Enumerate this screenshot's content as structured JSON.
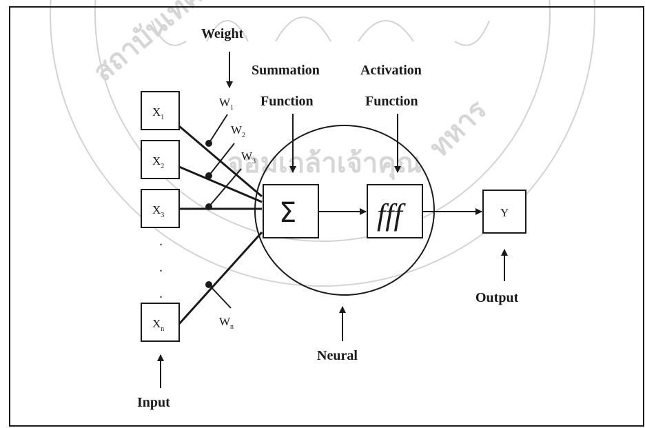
{
  "labels": {
    "weight": "Weight",
    "summation_line1": "Summation",
    "summation_line2": "Function",
    "activation_line1": "Activation",
    "activation_line2": "Function",
    "neural": "Neural",
    "input": "Input",
    "output": "Output"
  },
  "inputs": [
    {
      "base": "X",
      "sub": "1"
    },
    {
      "base": "X",
      "sub": "2"
    },
    {
      "base": "X",
      "sub": "3"
    },
    {
      "base": "X",
      "sub": "n"
    }
  ],
  "weights": [
    {
      "base": "W",
      "sub": "1"
    },
    {
      "base": "W",
      "sub": "2"
    },
    {
      "base": "W",
      "sub": "3"
    },
    {
      "base": "W",
      "sub": "n"
    }
  ],
  "ellipsis": ".",
  "summation_symbol": "Σ",
  "activation_symbol": "fff",
  "output_symbol": "Y",
  "watermark": {
    "text": "ลิขสิทธิ์ของสถาบันเทคโนโลยีพระจอมเกล้าเจ้าคุณทหารลาดกระบัง"
  }
}
